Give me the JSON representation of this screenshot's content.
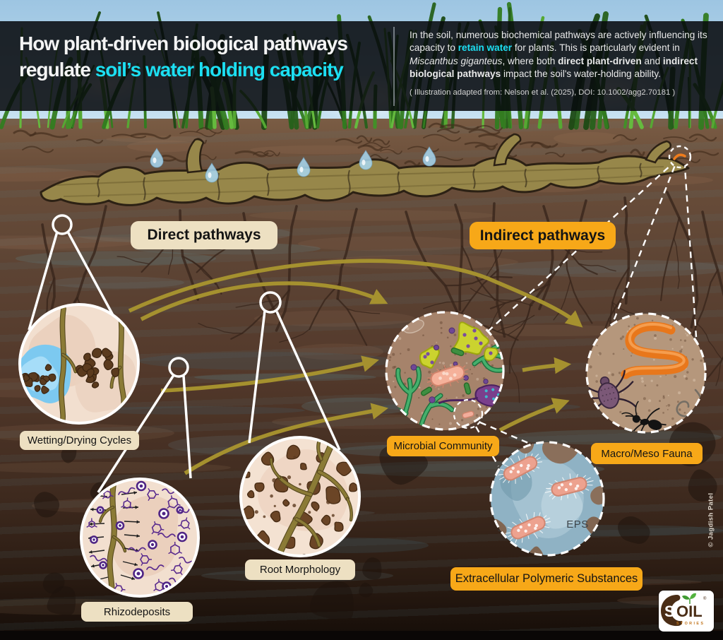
{
  "header": {
    "title": {
      "line1": "How plant-driven biological pathways",
      "line2_prefix": "regulate ",
      "line2_accent": "soil’s water holding capacity"
    },
    "intro_segments": [
      {
        "t": "In the soil, numerous biochemical pathways are actively influencing its capacity to "
      },
      {
        "t": "retain water"
      },
      {
        "t": " for plants. This is particularly evident in "
      },
      {
        "t": "Miscanthus giganteus"
      },
      {
        "t": ", where both "
      },
      {
        "t": "direct plant-driven"
      },
      {
        "t": " and "
      },
      {
        "t": "indirect biological pathways"
      },
      {
        "t": " impact the soil's water-holding ability."
      }
    ],
    "citation": "( Illustration adapted from: Nelson et al. (2025), DOI: 10.1002/agg2.70181 )"
  },
  "section_labels": {
    "direct": "Direct pathways",
    "indirect": "Indirect pathways"
  },
  "nodes": {
    "wetting": {
      "label": "Wetting/Drying Cycles",
      "type": "direct"
    },
    "rhizodeposits": {
      "label": "Rhizodeposits",
      "type": "direct"
    },
    "root_morphology": {
      "label": "Root Morphology",
      "type": "direct"
    },
    "microbial": {
      "label": "Microbial Community",
      "type": "indirect"
    },
    "fauna": {
      "label": "Macro/Meso Fauna",
      "type": "indirect"
    },
    "eps": {
      "label": "Extracellular Polymeric Substances",
      "inner_label": "EPS",
      "type": "indirect"
    }
  },
  "credit": "© Jagdish Patel",
  "logo": {
    "s": "S",
    "oil": "OIL",
    "sub": "STORIES",
    "reg": "®"
  },
  "colors": {
    "accent": "#1CDFF2",
    "direct_badge_bg": "#EDE0C2",
    "indirect_badge_bg": "#F7A818",
    "arrow": "#A8942F"
  }
}
